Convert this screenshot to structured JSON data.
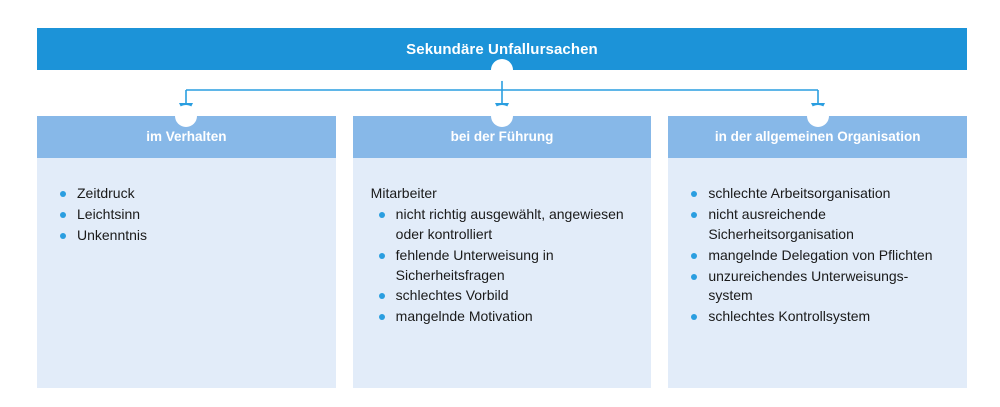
{
  "diagram": {
    "title": "Sekundäre Unfallursachen",
    "colors": {
      "title_bar": "#1c93d8",
      "column_header": "#87b8e8",
      "column_body": "#e2ecf9",
      "bullet": "#2a9ee0",
      "connector": "#2a9ee0",
      "title_text": "#ffffff",
      "body_text": "#1a1a1a"
    },
    "columns": [
      {
        "header": "im Verhalten",
        "lead": "",
        "items": [
          "Zeitdruck",
          "Leichtsinn",
          "Unkenntnis"
        ]
      },
      {
        "header": "bei der Führung",
        "lead": "Mitarbeiter",
        "items": [
          "nicht richtig ausgewählt, angewiesen oder kontrolliert",
          "fehlende Unterweisung in Sicherheitsfragen",
          "schlechtes Vorbild",
          "mangelnde Motivation"
        ]
      },
      {
        "header": "in der allgemeinen Organisation",
        "lead": "",
        "items": [
          "schlechte Arbeitsorganisation",
          "nicht ausreichende Sicherheitsorganisation",
          "mangelnde Delegation von Pflichten",
          "unzureichendes Unterweisungs-system",
          "schlechtes Kontrollsystem"
        ]
      }
    ]
  }
}
